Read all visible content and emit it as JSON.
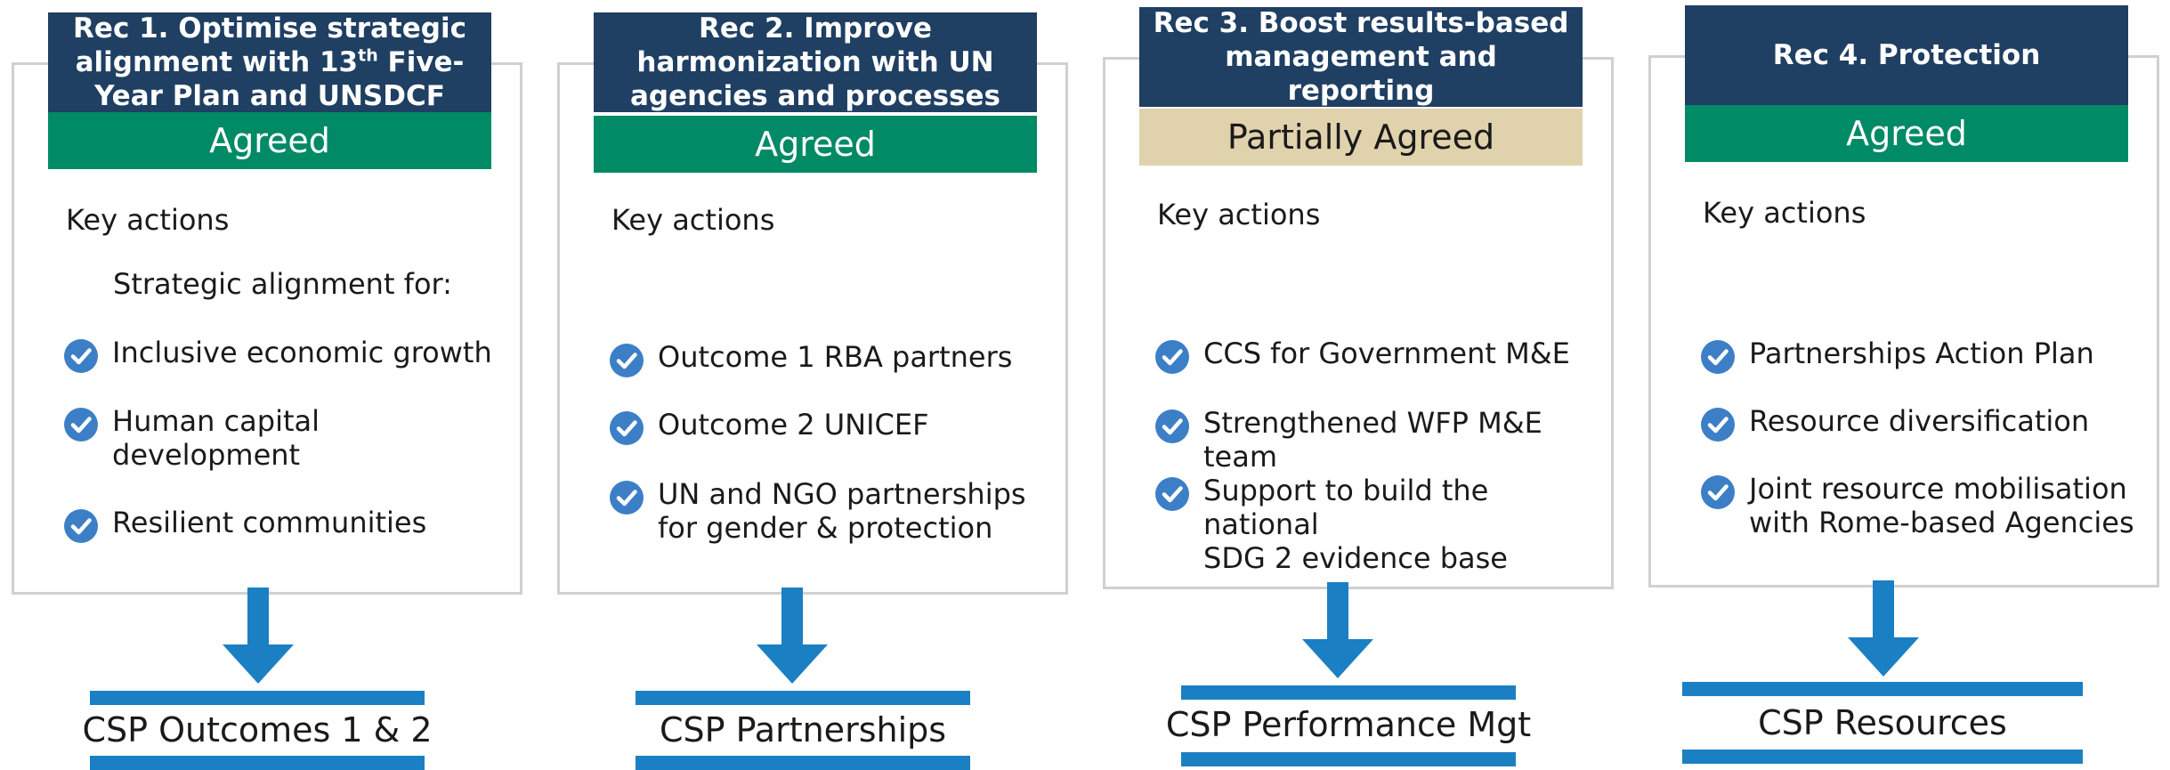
{
  "common": {
    "key_actions_label": "Key actions"
  },
  "recs": [
    {
      "title_line1": "Rec 1. Optimise strategic",
      "title_line2_a": "alignment with 13",
      "title_sup": "th",
      "title_line2_b": " Five-",
      "title_line3": "Year Plan and UNSDCF",
      "status": "Agreed",
      "sublabel": "Strategic alignment for:",
      "actions": [
        "Inclusive economic growth",
        "Human capital\ndevelopment",
        "Resilient communities"
      ],
      "outcome": "CSP Outcomes 1 & 2"
    },
    {
      "title_line1": "Rec 2. Improve",
      "title_line2": "harmonization with UN",
      "title_line3": "agencies and processes",
      "status": "Agreed",
      "actions": [
        "Outcome 1 RBA partners",
        "Outcome 2 UNICEF",
        "UN and NGO partnerships\nfor gender & protection"
      ],
      "outcome": "CSP Partnerships"
    },
    {
      "title_line1": "Rec 3. Boost results-based",
      "title_line2": "management and",
      "title_line3": "reporting",
      "status": "Partially Agreed",
      "actions": [
        "CCS for Government M&E",
        "Strengthened WFP M&E team",
        "Support to build the national\nSDG 2 evidence base"
      ],
      "outcome": "CSP Performance Mgt"
    },
    {
      "title_line1": "Rec 4. Protection",
      "status": "Agreed",
      "actions": [
        "Partnerships Action Plan",
        "Resource diversification",
        "Joint resource mobilisation\nwith Rome-based Agencies"
      ],
      "outcome": "CSP Resources"
    }
  ],
  "colors": {
    "title_bg": "#1f3f63",
    "agreed_bg": "#008a65",
    "partial_bg": "#e0d2ac",
    "check": "#3d7fc6",
    "arrow": "#1b7fc4",
    "border": "#d0d0d0"
  }
}
